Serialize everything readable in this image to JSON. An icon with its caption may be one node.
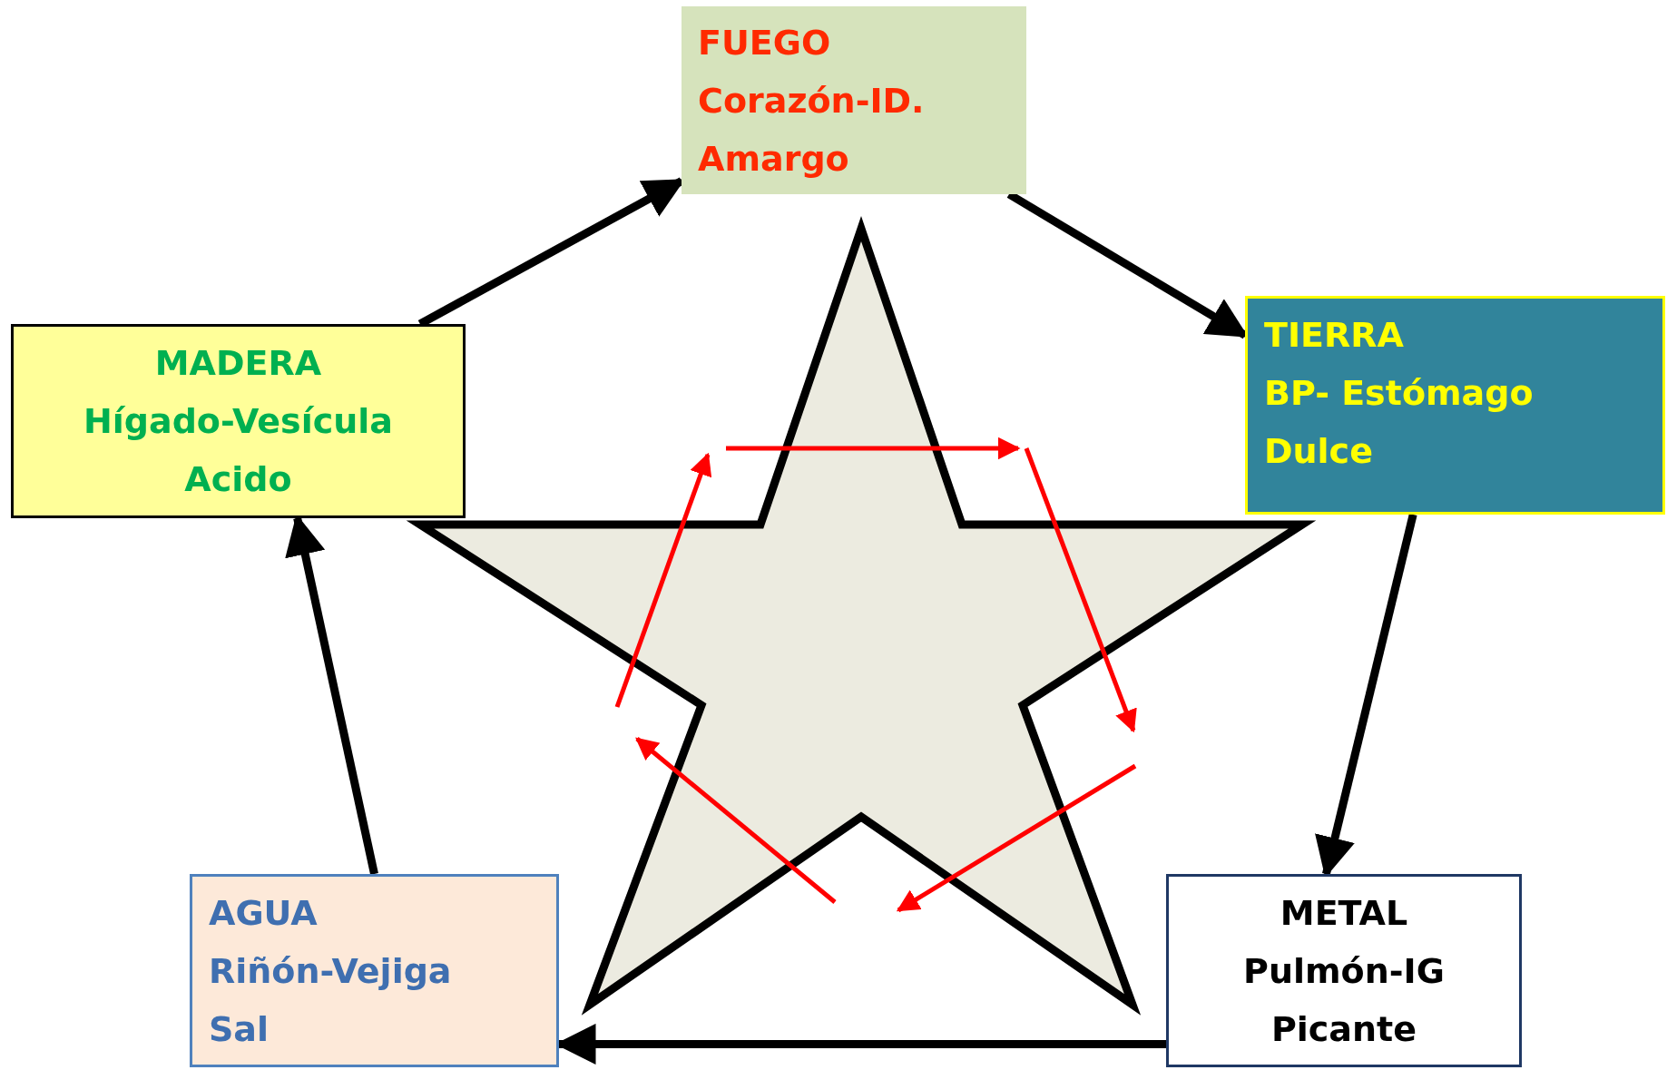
{
  "diagram": {
    "nodes": [
      {
        "text": [
          "FUEGO",
          "Corazón-ID.",
          "Amargo"
        ]
      },
      {
        "text": [
          "MADERA",
          "Hígado-Vesícula",
          "Acido"
        ]
      },
      {
        "text": [
          "TIERRA",
          "BP- Estómago",
          "Dulce"
        ]
      },
      {
        "text": [
          "AGUA",
          "Riñón-Vejiga",
          "Sal"
        ]
      },
      {
        "text": [
          "METAL",
          "Pulmón-IG",
          "Picante"
        ]
      }
    ],
    "edges": [
      {
        "from": 1,
        "to": 0,
        "arrow": "to"
      },
      {
        "from": 0,
        "to": 2,
        "arrow": "to"
      },
      {
        "from": 2,
        "to": 4,
        "arrow": "to"
      },
      {
        "from": 4,
        "to": 3,
        "arrow": "to"
      },
      {
        "from": 3,
        "to": 1,
        "arrow": "to"
      }
    ]
  }
}
